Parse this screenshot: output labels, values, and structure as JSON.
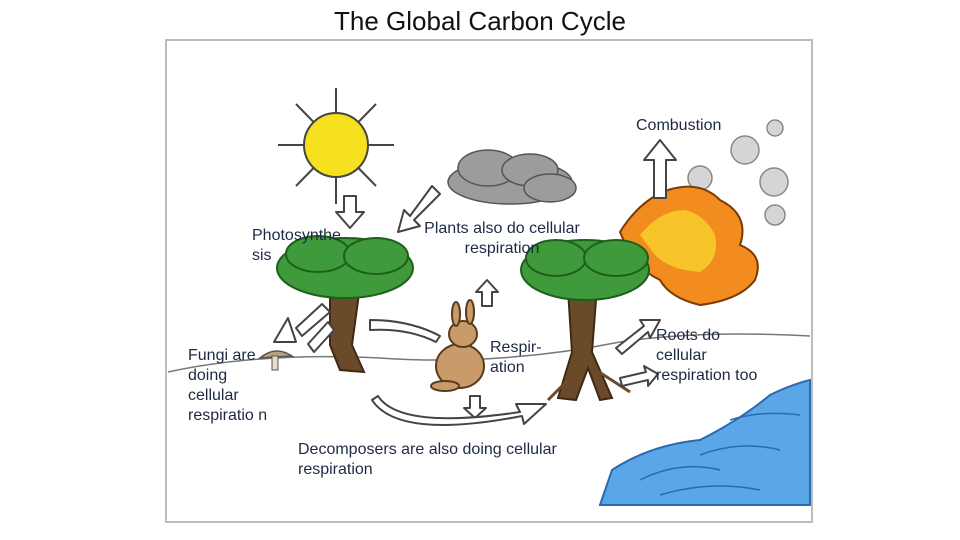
{
  "title": "The Global Carbon Cycle",
  "labels": {
    "photosynthesis": "Photosynthe sis",
    "plants_respiration": "Plants also do cellular respiration",
    "combustion": "Combustion",
    "fungi": "Fungi are doing cellular respiratio n",
    "animal_respiration": "Respir- ation",
    "roots": "Roots do cellular respiration too",
    "decomposers": "Decomposers are also doing cellular respiration"
  },
  "colors": {
    "sun": "#f5e11e",
    "tree_foliage": "#3e9a3a",
    "trunk": "#6b4a2a",
    "cloud": "#9c9c9c",
    "fire_orange": "#f28c1e",
    "fire_yellow": "#f7c52a",
    "water": "#5aa6e6",
    "rabbit": "#c99a6a"
  }
}
